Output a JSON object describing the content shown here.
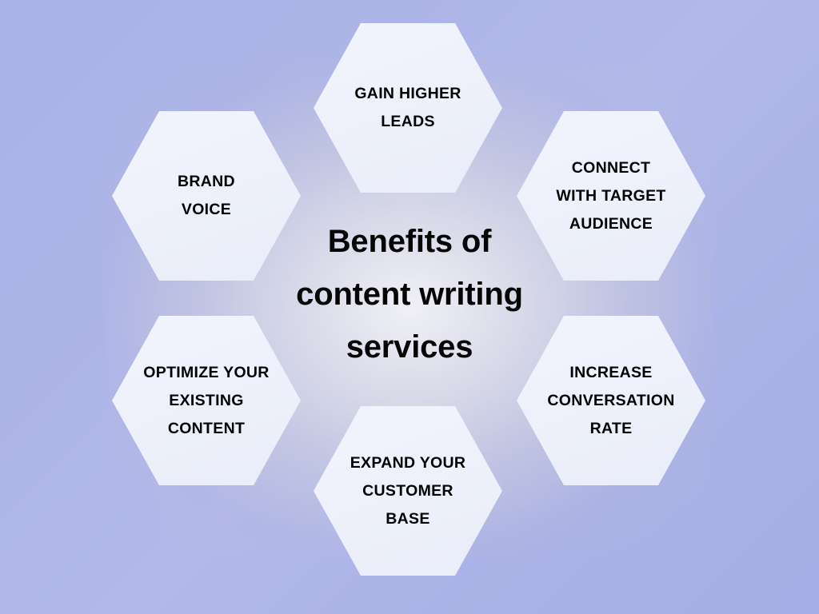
{
  "graphic": {
    "kind": "hexagon-honeycomb-infographic",
    "center_title": "Benefits of\ncontent writing\nservices",
    "background": {
      "gradient_from": "#a9b2e7",
      "gradient_to": "#a6afe5",
      "glow_color": "#f3f3f6"
    },
    "hexagon": {
      "fill": "#eef1fb",
      "text_color": "#010101"
    },
    "nodes": [
      {
        "id": "gain-higher-leads",
        "label": "Gain Higher\nLeads",
        "position": "top"
      },
      {
        "id": "brand-voice",
        "label": "Brand\nVoice",
        "position": "left"
      },
      {
        "id": "connect-with-target-audience",
        "label": "Connect\nWith Target\nAudience",
        "position": "right"
      },
      {
        "id": "optimize-your-existing-content",
        "label": "Optimize Your\nExisting\nContent",
        "position": "bottom-left"
      },
      {
        "id": "increase-conversation-rate",
        "label": "Increase\nConversation\nRate",
        "position": "bottom-right"
      },
      {
        "id": "expand-your-customer-base",
        "label": "Expand Your\nCustomer\nBase",
        "position": "bottom"
      }
    ]
  }
}
